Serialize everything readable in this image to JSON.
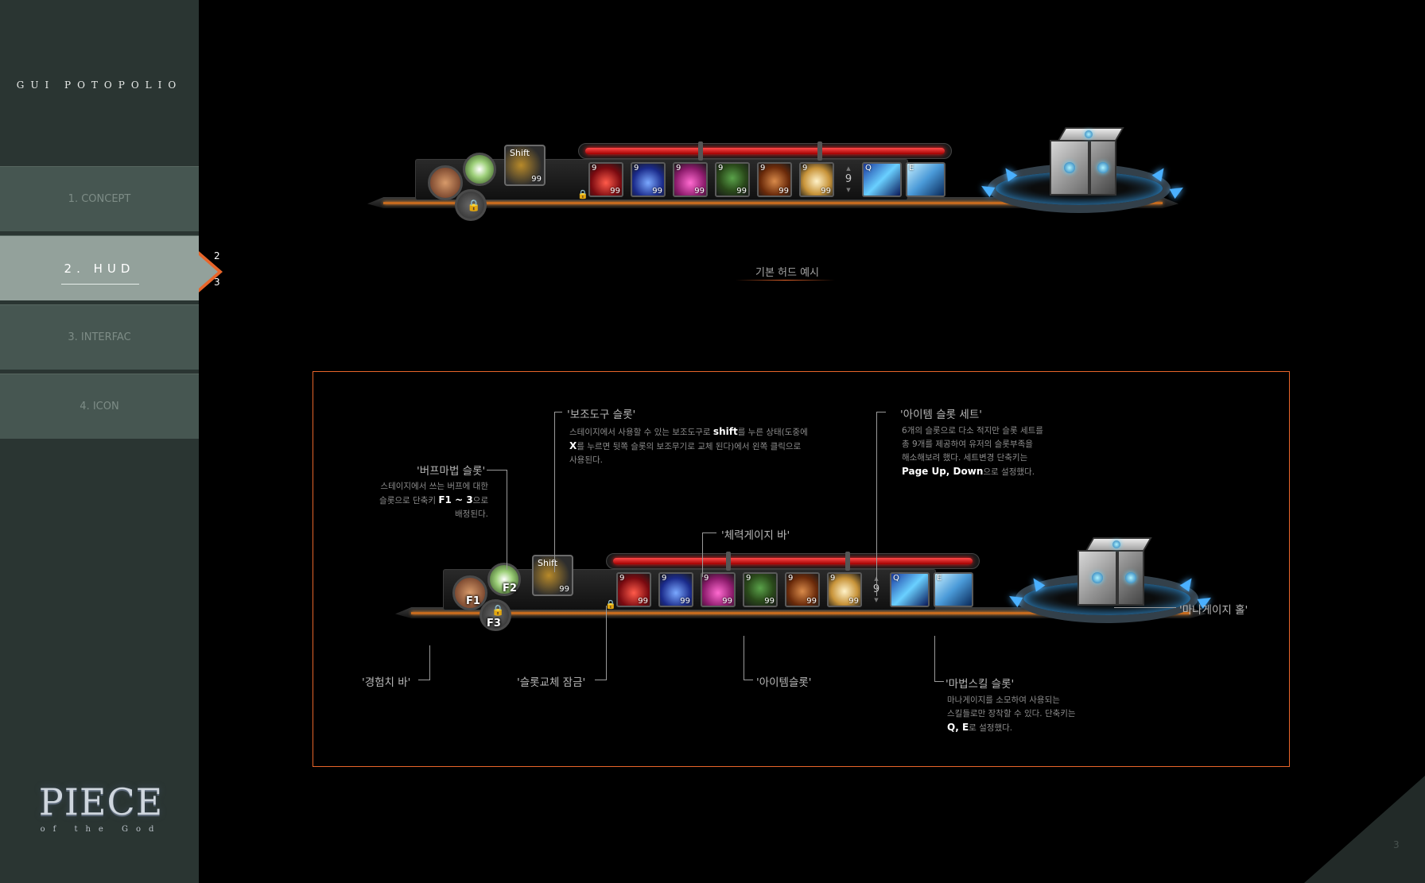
{
  "sidebar": {
    "brand": "GUI POTOPOLIO",
    "items": [
      {
        "label": "1. CONCEPT"
      },
      {
        "label": "2. HUD"
      },
      {
        "label": "3. INTERFAC"
      },
      {
        "label": "4. ICON"
      }
    ],
    "sub_pages": [
      "2",
      "3"
    ],
    "logo_main": "PIECE",
    "logo_sub": "of the God"
  },
  "page_number": "3",
  "caption": "기본 허드 예시",
  "colors": {
    "accent": "#e8652a",
    "sidebar_bg": "#2a3532",
    "nav_item": "#465651",
    "nav_active": "#93a19b",
    "hp_bar": "#d01818",
    "mana_glow": "#4ab0ff"
  },
  "hud": {
    "shift_label": "Shift",
    "shift_count": "99",
    "hp_level": 1.0,
    "buff_keys": [
      "F1",
      "F2",
      "F3"
    ],
    "slots": [
      {
        "icon": "red-potion-icon",
        "key": "9",
        "count": "99"
      },
      {
        "icon": "blue-potion-icon",
        "key": "9",
        "count": "99"
      },
      {
        "icon": "pink-potion-icon",
        "key": "9",
        "count": "99"
      },
      {
        "icon": "herb-icon",
        "key": "9",
        "count": "99"
      },
      {
        "icon": "meat-icon",
        "key": "9",
        "count": "99"
      },
      {
        "icon": "scroll-icon",
        "key": "9",
        "count": "99"
      }
    ],
    "set_number": "9",
    "skills": [
      {
        "icon": "lightning-icon",
        "key": "Q"
      },
      {
        "icon": "ice-icon",
        "key": "E"
      }
    ]
  },
  "annotations": {
    "buff": {
      "title": "'버프마법 슬롯'",
      "line1": "스테이지에서 쓰는 버프에 대한",
      "line2_pre": "슬롯으로 단축키",
      "line2_bold": "F1 ~ 3",
      "line2_post": "으로",
      "line3": "배정된다."
    },
    "sub_tool": {
      "title": "'보조도구 슬롯'",
      "line1_pre": "스테이지에서 사용할 수 있는 보조도구로",
      "line1_bold": "shift",
      "line1_post": "를 누른 상태(도중에",
      "line2_bold": "X",
      "line2_post": "를 누르면 뒷쪽 슬롯의 보조무기로 교체 된다)에서 왼쪽 클릭으로",
      "line3": "사용된다."
    },
    "item_set": {
      "title": "'아이템 슬롯 세트'",
      "line1": "6개의 슬롯으로 다소 적지만 슬롯 세트를",
      "line2": "총 9개를 제공하여 유저의 슬롯부족을",
      "line3": "해소해보려 했다. 세트변경 단축키는",
      "line4_bold": "Page Up, Down",
      "line4_post": "으로 설정했다."
    },
    "hp_bar": {
      "title": "'체력게이지 바'"
    },
    "mana_hole": {
      "title": "'마나게이지 홀'"
    },
    "exp_bar": {
      "title": "'경험치 바'"
    },
    "slot_lock": {
      "title": "'슬롯교체 잠금'"
    },
    "item_slot": {
      "title": "'아이템슬롯'"
    },
    "magic_skill": {
      "title": "'마법스킬 슬롯'",
      "line1": "마나게이지를 소모하여 사용되는",
      "line2": "스킬들로만 장착할 수 있다. 단축키는",
      "line3_bold": "Q, E",
      "line3_post": "로 설정했다."
    }
  }
}
